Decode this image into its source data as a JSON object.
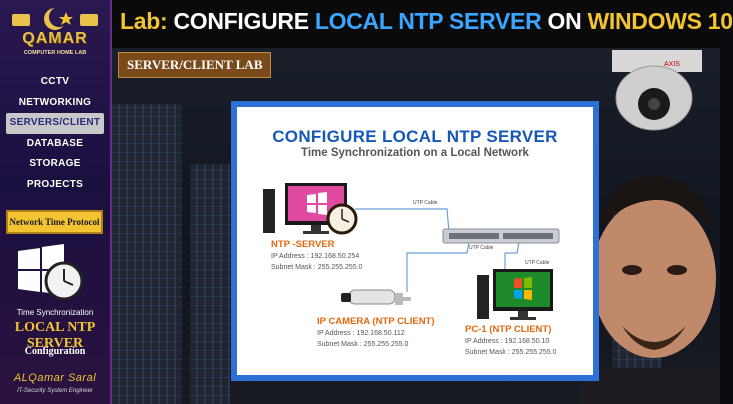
{
  "brand": {
    "name": "QAMAR",
    "subtitle": "COMPUTER HOME LAB"
  },
  "nav": {
    "items": [
      "CCTV",
      "NETWORKING",
      "SERVERS/CLIENT",
      "DATABASE",
      "STORAGE",
      "PROJECTS"
    ],
    "active_index": 2
  },
  "sidebar": {
    "ntp_label": "Network Time Protocol",
    "time_sync": "Time Synchronization",
    "lns": "LOCAL NTP SERVER",
    "config": "Configuration",
    "author_name": "ALQamar Saral",
    "author_role": "IT-Security System Engineer"
  },
  "title": {
    "lab": "Lab:",
    "p1": "CONFIGURE",
    "p2": "LOCAL NTP SERVER",
    "p3": "ON",
    "p4": "WINDOWS 10"
  },
  "scene": {
    "tag": "SERVER/CLIENT LAB",
    "camera_brand": "AXIS"
  },
  "diagram": {
    "title": "CONFIGURE LOCAL NTP SERVER",
    "subtitle": "Time Synchronization on a Local Network",
    "ntp_server": {
      "name": "NTP -SERVER",
      "ip": "IP Address : 192.168.50.254",
      "mask": "Subnet Mask : 255.255.255.0"
    },
    "camera": {
      "name": "IP CAMERA (NTP CLIENT)",
      "ip": "IP Address : 192.168.50.112",
      "mask": "Subnet Mask : 255.255.255.0"
    },
    "pc1": {
      "name": "PC-1 (NTP CLIENT)",
      "ip": "IP Address : 192.168.50.10",
      "mask": "Subnet Mask : 255.255.255.0"
    },
    "cables": [
      "UTP Cable",
      "UTP Cable",
      "UTP Cable"
    ]
  },
  "colors": {
    "accent_yellow": "#f2c431",
    "accent_blue": "#3aa6ff",
    "card_border": "#2f6fd8",
    "title_blue": "#1658b8",
    "device_orange": "#e06a10"
  }
}
